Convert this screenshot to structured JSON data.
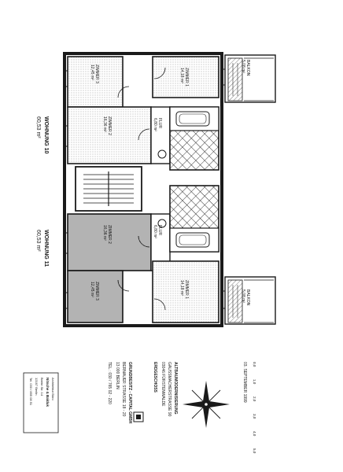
{
  "plan": {
    "units": [
      {
        "name": "WOHNUNG 10",
        "area": "60,53 m²"
      },
      {
        "name": "WOHNUNG 11",
        "area": "60,53 m²"
      }
    ],
    "rooms": [
      {
        "label": "BALKON",
        "area": "5,08 m²"
      },
      {
        "label": "ZIMMER 1",
        "area": "14,18 m²"
      },
      {
        "label": "ZIMMER 2",
        "area": "16,36 m²"
      },
      {
        "label": "ZIMMER 3",
        "area": "12,45 m²"
      },
      {
        "label": "FLUR",
        "area": "6,80 m²"
      },
      {
        "label": "ZIMMER 2",
        "area": "16,36 m²"
      },
      {
        "label": "ZIMMER 3",
        "area": "12,45 m²"
      },
      {
        "label": "FLUR",
        "area": "6,80 m²"
      },
      {
        "label": "ZIMMER 1",
        "area": "14,18 m²"
      },
      {
        "label": "BALKON",
        "area": "5,08 m²"
      }
    ]
  },
  "titleblock": {
    "date": "03. SEPTEMBER 1999",
    "scale_marks": [
      "0,0",
      "1,0",
      "2,0",
      "3,0",
      "4,0",
      "5,0"
    ],
    "project_lines": [
      "ALTBAUMODERNISIERUNG",
      "GAUSSMACHERSTRASSE 90",
      "03046 FÜRSTENWALDE"
    ],
    "floor": "ERDGESCHOSS",
    "owner_lines": [
      "GRUNDBESITZ - CAPITAL GMBH",
      "BERNAUER STRASSE 18 - 20",
      "13 000 BERLIN",
      "TEL.: 030 / 765 02 - 220"
    ],
    "stamp_lines": [
      "Architektur Büro",
      "Nitsche & Balduk",
      "Breite Str. 14",
      "12167 Berlin",
      "Tel. 030 / 855 08 51"
    ]
  }
}
